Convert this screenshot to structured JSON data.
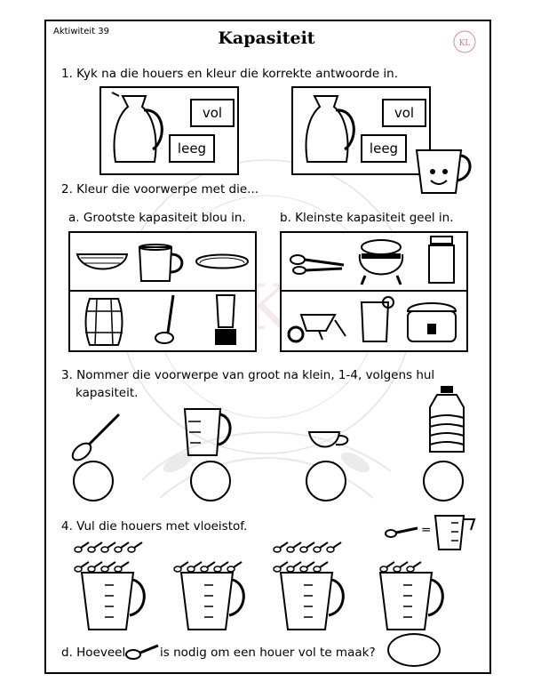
{
  "header": {
    "activity": "Aktiwiteit 39",
    "title": "Kapasiteit"
  },
  "q1": {
    "instruction": "1. Kyk na die houers en kleur die korrekte antwoorde in.",
    "full_label": "vol",
    "empty_label": "leeg"
  },
  "q2": {
    "instruction": "2. Kleur die voorwerpe met die...",
    "a_label": "a. Grootste kapasiteit blou in.",
    "b_label": "b. Kleinste kapasiteit geel in."
  },
  "q3": {
    "instruction_line1": "3. Nommer die voorwerpe van groot na klein, 1-4, volgens hul",
    "instruction_line2": "kapasiteit."
  },
  "q4": {
    "instruction": "4. Vul die houers met vloeistof.",
    "equals": "="
  },
  "qd": {
    "question_start": "d. Hoeveel",
    "question_end": "is nodig om een houer vol te maak?"
  },
  "watermark": {
    "text": "KLEIN LYFIES"
  },
  "icons": {
    "jug": "jug-icon",
    "measuring_cup": "measuring-cup-icon",
    "spoon": "spoon-icon",
    "bowl": "bowl-icon",
    "mug": "mug-icon",
    "tray": "tray-icon",
    "barrel": "barrel-icon",
    "ladle": "ladle-icon",
    "blender": "blender-icon",
    "measuring_spoons": "measuring-spoons-icon",
    "pot": "cauldron-icon",
    "jar": "jar-icon",
    "wheelbarrow": "wheelbarrow-icon",
    "glass": "glass-icon",
    "rice_cooker": "rice-cooker-icon",
    "teacup": "teacup-icon",
    "water_bottle": "water-bottle-icon"
  }
}
